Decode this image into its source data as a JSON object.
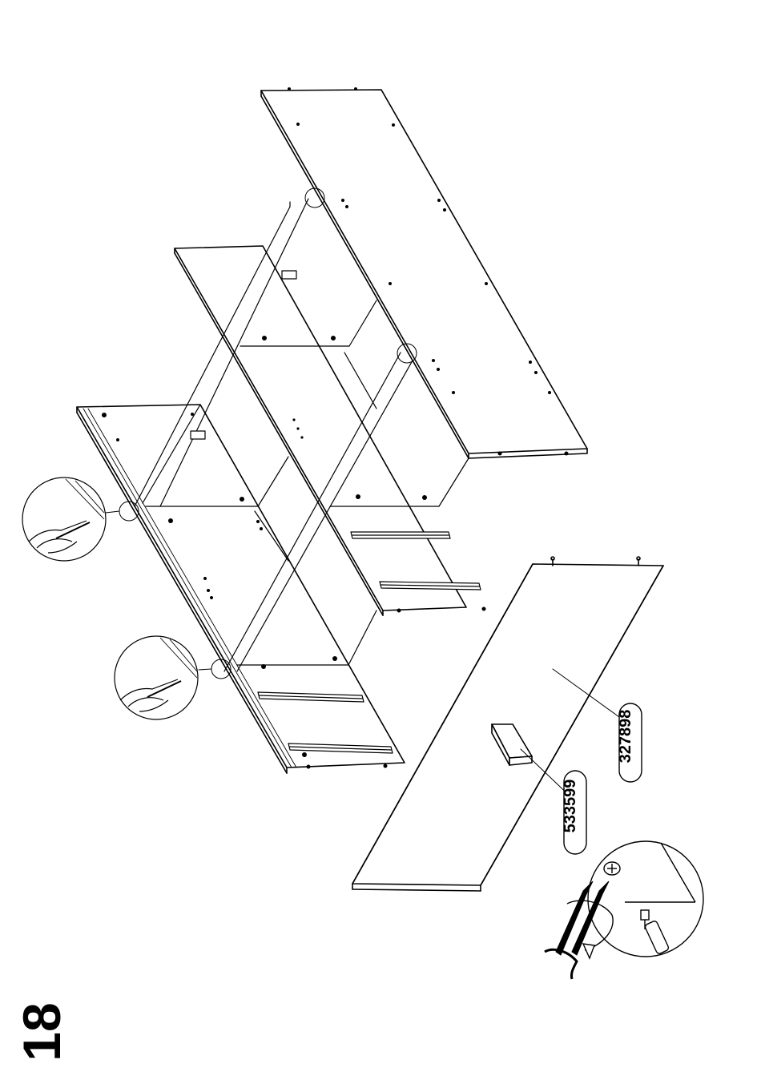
{
  "step_number": "18",
  "part_labels": {
    "back_panel_code": "327898",
    "hardware_bag_code": "533599"
  },
  "colors": {
    "line": "#000000",
    "paper": "#ffffff"
  },
  "icons": [
    "hand-with-pencil-icon",
    "screwdriver-icon",
    "screw-icon",
    "rotation-arrow-icon"
  ]
}
